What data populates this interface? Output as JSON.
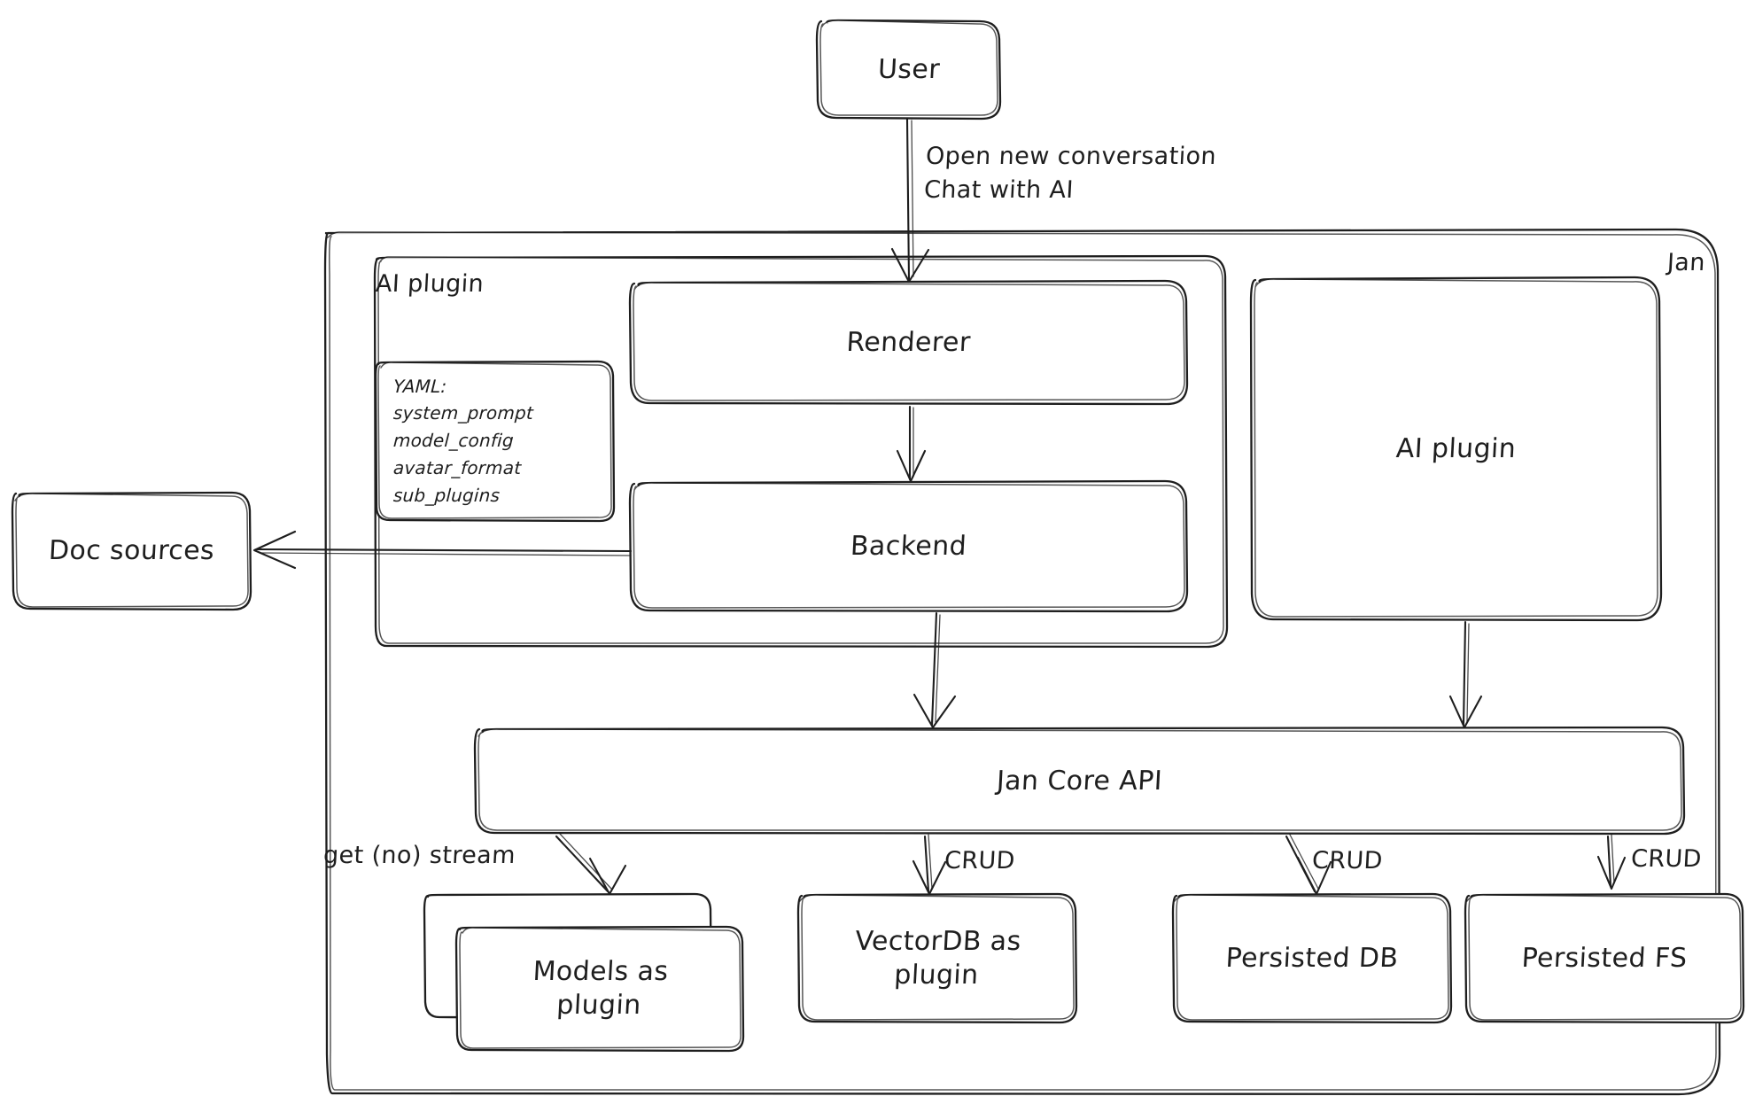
{
  "diagram": {
    "title_groups": {
      "outer": "Jan",
      "ai_plugin_group": "AI plugin"
    },
    "nodes": {
      "user": "User",
      "renderer": "Renderer",
      "backend": "Backend",
      "ai_plugin_right": "AI plugin",
      "doc_sources": "Doc sources",
      "jan_core_api": "Jan Core API",
      "models_plugin": "Models as\nplugin",
      "vectordb_plugin": "VectorDB as\nplugin",
      "persisted_db": "Persisted DB",
      "persisted_fs": "Persisted FS"
    },
    "yaml_box": {
      "header": "YAML:",
      "keys": [
        "system_prompt",
        "model_config",
        "avatar_format",
        "sub_plugins"
      ]
    },
    "edge_labels": {
      "user_to_renderer": "Open new conversation\nChat with AI",
      "core_to_models": "get (no) stream",
      "core_to_vectordb": "CRUD",
      "core_to_persisted_db": "CRUD",
      "core_to_persisted_fs": "CRUD"
    },
    "colors": {
      "stroke": "#1e1e1e",
      "background": "#ffffff"
    }
  }
}
